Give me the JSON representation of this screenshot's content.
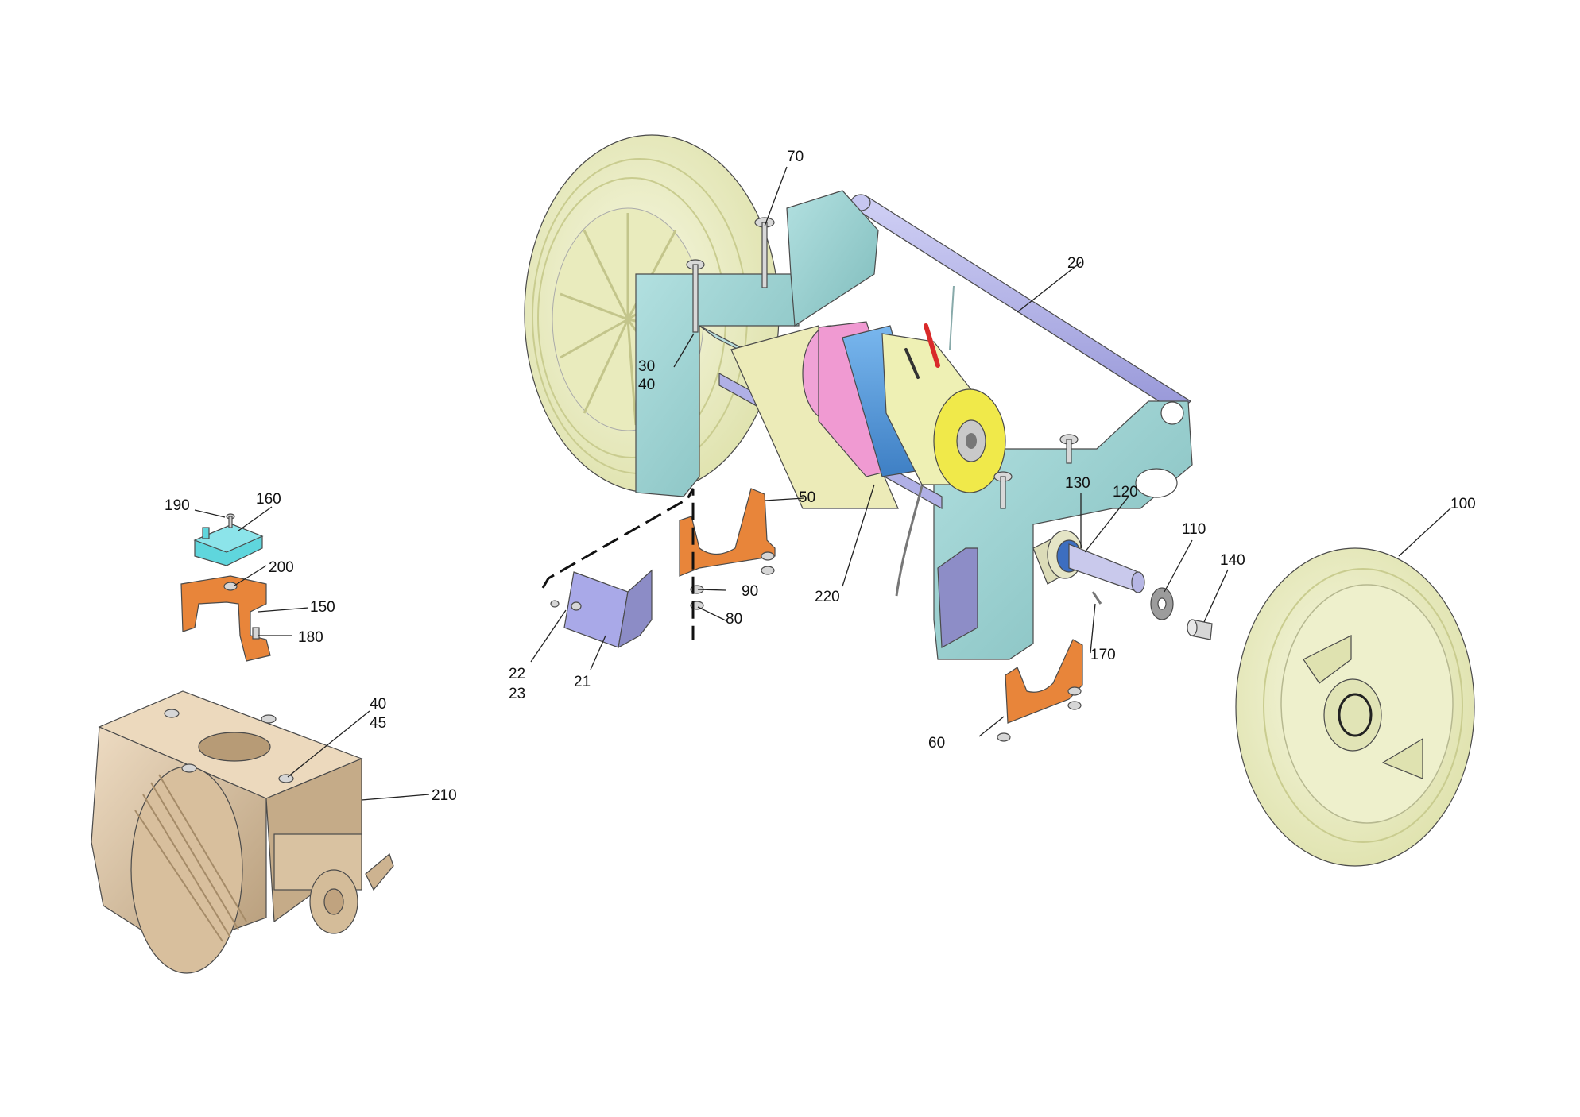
{
  "diagram": {
    "type": "exploded-parts-view",
    "callouts": [
      {
        "id": "p70",
        "text": "70"
      },
      {
        "id": "p20",
        "text": "20"
      },
      {
        "id": "p30",
        "text": "30"
      },
      {
        "id": "p40a",
        "text": "40"
      },
      {
        "id": "p50",
        "text": "50"
      },
      {
        "id": "p90",
        "text": "90"
      },
      {
        "id": "p80",
        "text": "80"
      },
      {
        "id": "p220",
        "text": "220"
      },
      {
        "id": "p130",
        "text": "130"
      },
      {
        "id": "p120",
        "text": "120"
      },
      {
        "id": "p110",
        "text": "110"
      },
      {
        "id": "p140",
        "text": "140"
      },
      {
        "id": "p100",
        "text": "100"
      },
      {
        "id": "p170",
        "text": "170"
      },
      {
        "id": "p60",
        "text": "60"
      },
      {
        "id": "p21",
        "text": "21"
      },
      {
        "id": "p22",
        "text": "22"
      },
      {
        "id": "p23",
        "text": "23"
      },
      {
        "id": "p190",
        "text": "190"
      },
      {
        "id": "p160",
        "text": "160"
      },
      {
        "id": "p200",
        "text": "200"
      },
      {
        "id": "p150",
        "text": "150"
      },
      {
        "id": "p180",
        "text": "180"
      },
      {
        "id": "p40b",
        "text": "40"
      },
      {
        "id": "p45",
        "text": "45"
      },
      {
        "id": "p210",
        "text": "210"
      }
    ],
    "colors": {
      "wheel": "#eef0c6",
      "frame": "#9ed3d3",
      "axle": "#b9b9ea",
      "motor_blue": "#5a9fe0",
      "motor_pink": "#ee86c8",
      "motor_yellow": "#f1f1a8",
      "bracket_orange": "#e8853a",
      "plate_lavender": "#a9a9e8",
      "box_cyan": "#5fd6dd",
      "gearbox_tan": "#dcc6a8",
      "hardware_gray": "#c9c9c9"
    }
  }
}
